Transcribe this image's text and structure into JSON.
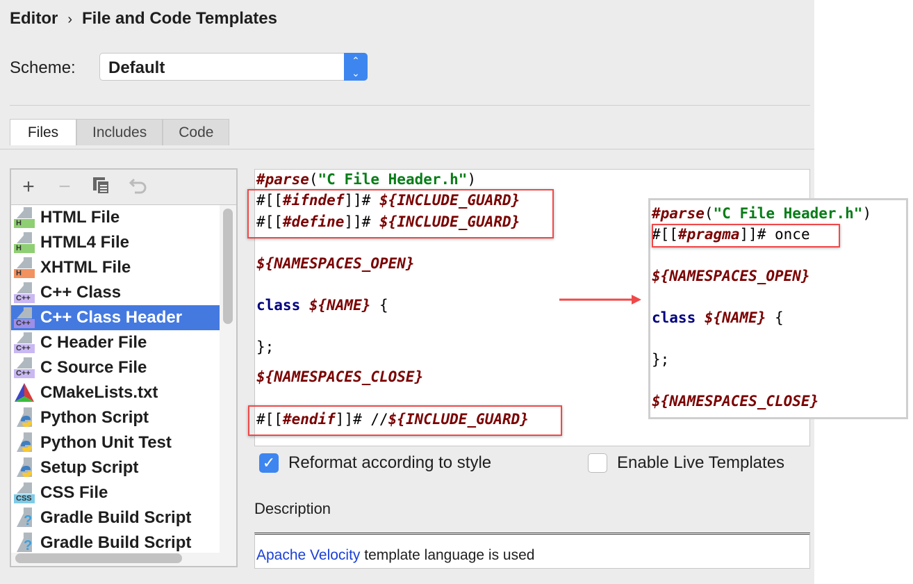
{
  "breadcrumb": {
    "parent": "Editor",
    "separator": "›",
    "current": "File and Code Templates"
  },
  "scheme": {
    "label": "Scheme:",
    "value": "Default"
  },
  "tabs": [
    {
      "label": "Files",
      "active": true
    },
    {
      "label": "Includes"
    },
    {
      "label": "Code"
    }
  ],
  "toolbar": {
    "add": "+",
    "remove": "−"
  },
  "templates": [
    {
      "label": "HTML File",
      "icon": "html",
      "badge": "H",
      "color": "#8fcf73"
    },
    {
      "label": "HTML4 File",
      "icon": "html",
      "badge": "H",
      "color": "#8fcf73"
    },
    {
      "label": "XHTML File",
      "icon": "xhtml",
      "badge": "H",
      "color": "#f2925f"
    },
    {
      "label": "C++ Class",
      "icon": "cpp",
      "badge": "C++",
      "color": "#c9b8f2"
    },
    {
      "label": "C++ Class Header",
      "icon": "cpp",
      "badge": "C++",
      "color": "#9d8ee8",
      "selected": true
    },
    {
      "label": "C Header File",
      "icon": "cpp",
      "badge": "C++",
      "color": "#c9b8f2"
    },
    {
      "label": "C Source File",
      "icon": "cpp",
      "badge": "C++",
      "color": "#c9b8f2"
    },
    {
      "label": "CMakeLists.txt",
      "icon": "cmake"
    },
    {
      "label": "Python Script",
      "icon": "python"
    },
    {
      "label": "Python Unit Test",
      "icon": "python"
    },
    {
      "label": "Setup Script",
      "icon": "python"
    },
    {
      "label": "CSS File",
      "icon": "css",
      "badge": "CSS",
      "color": "#7fcbe8"
    },
    {
      "label": "Gradle Build Script",
      "icon": "gradle"
    },
    {
      "label": "Gradle Build Script",
      "icon": "gradle"
    }
  ],
  "editor": {
    "lines": [
      [
        [
          "kw",
          "#parse"
        ],
        [
          "plain",
          "("
        ],
        [
          "str",
          "\"C File Header.h\""
        ],
        [
          "plain",
          ")"
        ]
      ],
      [
        [
          "plain",
          "#[["
        ],
        [
          "kw",
          "#ifndef"
        ],
        [
          "plain",
          "]]# "
        ],
        [
          "kw",
          "${INCLUDE_GUARD}"
        ]
      ],
      [
        [
          "plain",
          "#[["
        ],
        [
          "kw",
          "#define"
        ],
        [
          "plain",
          "]]# "
        ],
        [
          "kw",
          "${INCLUDE_GUARD}"
        ]
      ],
      [
        [
          "kw",
          "${NAMESPACES_OPEN}"
        ]
      ],
      [
        [
          "cls",
          "class "
        ],
        [
          "kw",
          "${NAME}"
        ],
        [
          "plain",
          " {"
        ]
      ],
      [
        [
          "plain",
          "};"
        ]
      ],
      [
        [
          "kw",
          "${NAMESPACES_CLOSE}"
        ]
      ],
      [
        [
          "plain",
          "#[["
        ],
        [
          "kw",
          "#endif"
        ],
        [
          "plain",
          "]]# //"
        ],
        [
          "kw",
          "${INCLUDE_GUARD}"
        ]
      ]
    ]
  },
  "preview": {
    "lines": [
      [
        [
          "kw",
          "#parse"
        ],
        [
          "plain",
          "("
        ],
        [
          "str",
          "\"C File Header.h\""
        ],
        [
          "plain",
          ")"
        ]
      ],
      [
        [
          "plain",
          "#[["
        ],
        [
          "kw",
          "#pragma"
        ],
        [
          "plain",
          "]]# once"
        ]
      ],
      [
        [
          "kw",
          "${NAMESPACES_OPEN}"
        ]
      ],
      [
        [
          "cls",
          "class "
        ],
        [
          "kw",
          "${NAME}"
        ],
        [
          "plain",
          " {"
        ]
      ],
      [
        [
          "plain",
          "};"
        ]
      ],
      [
        [
          "kw",
          "${NAMESPACES_CLOSE}"
        ]
      ]
    ]
  },
  "options": {
    "reformat": {
      "label": "Reformat according to style",
      "checked": true
    },
    "live_templates": {
      "label": "Enable Live Templates",
      "checked": false
    }
  },
  "description": {
    "label": "Description",
    "link": "Apache Velocity",
    "text": " template language is used"
  },
  "colors": {
    "selection": "#4479e0",
    "highlight": "#f04848",
    "accent": "#3d86f0"
  }
}
